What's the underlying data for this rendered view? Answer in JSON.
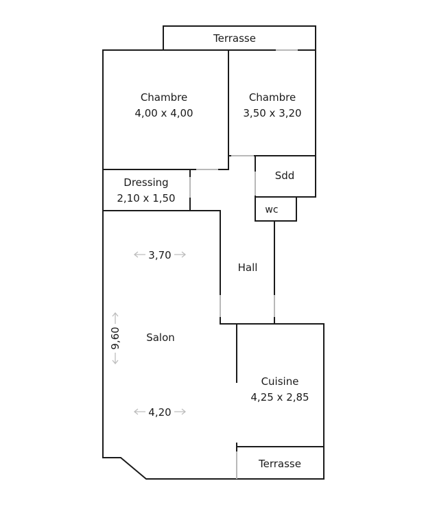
{
  "rooms": {
    "terrasse_top": {
      "label": "Terrasse"
    },
    "chambre1": {
      "label": "Chambre",
      "size": "4,00 x 4,00"
    },
    "chambre2": {
      "label": "Chambre",
      "size": "3,50 x 3,20"
    },
    "sdd": {
      "label": "Sdd"
    },
    "wc": {
      "label": "wc"
    },
    "dressing": {
      "label": "Dressing",
      "size": "2,10 x 1,50"
    },
    "hall": {
      "label": "Hall"
    },
    "salon": {
      "label": "Salon",
      "dim_width_top": "3,70",
      "dim_width_bottom": "4,20",
      "dim_length": "9,60"
    },
    "cuisine": {
      "label": "Cuisine",
      "size": "4,25 x 2,85"
    },
    "terrasse_bottom": {
      "label": "Terrasse"
    }
  },
  "colors": {
    "wall": "#1a1a1a",
    "door": "#b8b8b8",
    "dimension_arrow": "#bdbdbd"
  }
}
